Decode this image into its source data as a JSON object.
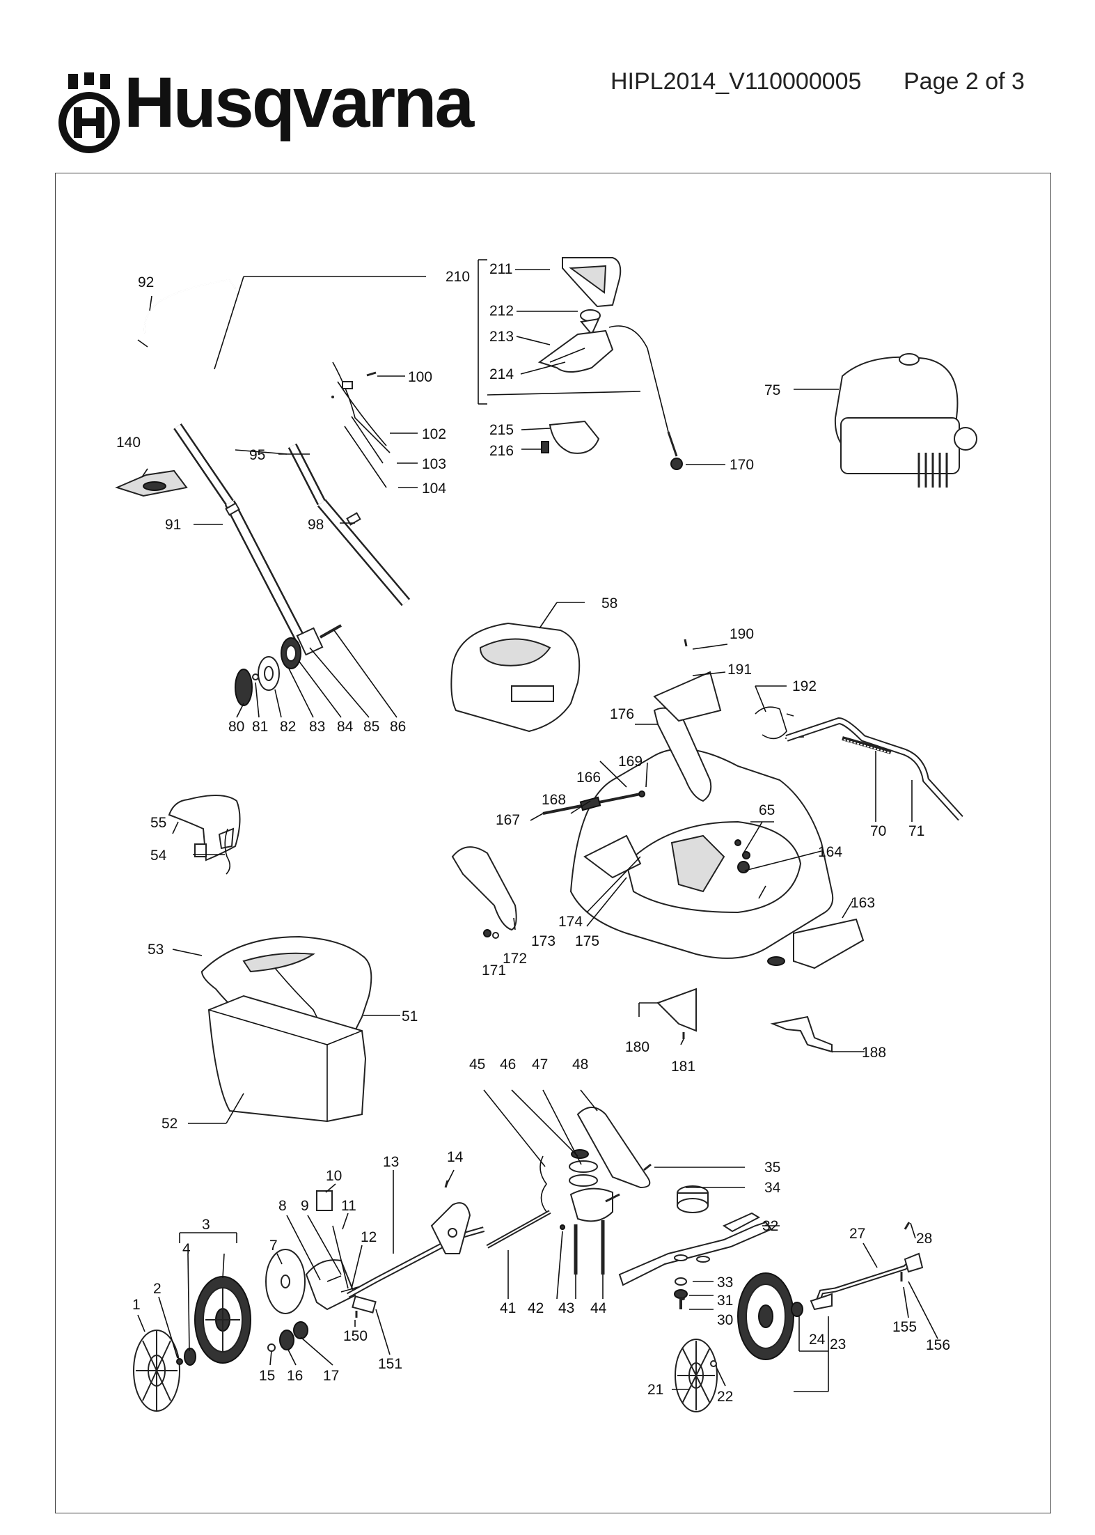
{
  "header": {
    "brand": "Husqvarna",
    "doc_id": "HIPL2014_V110000005",
    "page": "Page 2 of 3"
  },
  "callouts": {
    "c1": "1",
    "c2": "2",
    "c3": "3",
    "c4": "4",
    "c7": "7",
    "c8": "8",
    "c9": "9",
    "c10": "10",
    "c11": "11",
    "c12": "12",
    "c13": "13",
    "c14": "14",
    "c15": "15",
    "c16": "16",
    "c17": "17",
    "c21": "21",
    "c22": "22",
    "c23": "23",
    "c24": "24",
    "c27": "27",
    "c28": "28",
    "c30": "30",
    "c31": "31",
    "c32": "32",
    "c33": "33",
    "c34": "34",
    "c35": "35",
    "c41": "41",
    "c42": "42",
    "c43": "43",
    "c44": "44",
    "c45": "45",
    "c46": "46",
    "c47": "47",
    "c48": "48",
    "c51": "51",
    "c52": "52",
    "c53": "53",
    "c54": "54",
    "c55": "55",
    "c58": "58",
    "c65": "65",
    "c70": "70",
    "c71": "71",
    "c75": "75",
    "c80": "80",
    "c81": "81",
    "c82": "82",
    "c83": "83",
    "c84": "84",
    "c85": "85",
    "c86": "86",
    "c91": "91",
    "c92": "92",
    "c95": "95",
    "c98": "98",
    "c100": "100",
    "c102": "102",
    "c103": "103",
    "c104": "104",
    "c140": "140",
    "c150": "150",
    "c151": "151",
    "c155": "155",
    "c156": "156",
    "c163": "163",
    "c164": "164",
    "c166": "166",
    "c167": "167",
    "c168": "168",
    "c169": "169",
    "c170": "170",
    "c171": "171",
    "c172": "172",
    "c173": "173",
    "c174": "174",
    "c175": "175",
    "c176": "176",
    "c180": "180",
    "c181": "181",
    "c188": "188",
    "c190": "190",
    "c191": "191",
    "c192": "192",
    "c210": "210",
    "c211": "211",
    "c212": "212",
    "c213": "213",
    "c214": "214",
    "c215": "215",
    "c216": "216"
  }
}
